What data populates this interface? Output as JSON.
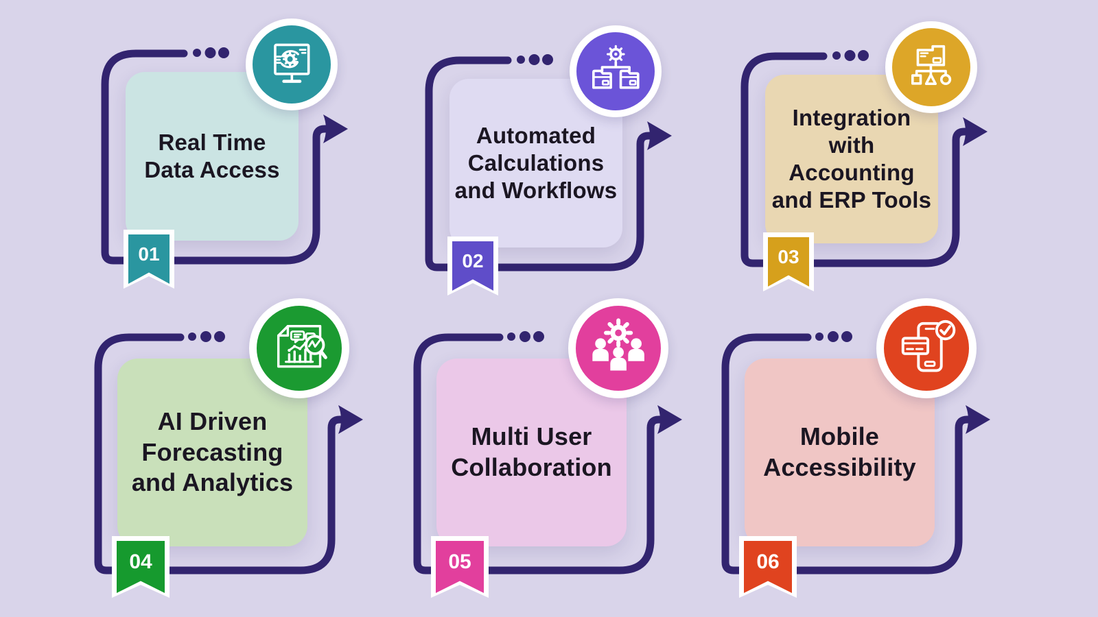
{
  "page": {
    "background": "#d9d4ea",
    "connector_color": "#32246f",
    "title_color": "#1b1622"
  },
  "cards": [
    {
      "number": "01",
      "title": "Real Time Data Access",
      "lines": [
        "Real Time",
        "Data Access"
      ],
      "accent": "#2a96a0",
      "badge": "#2a96a0",
      "panel": "#cbe4e3",
      "icon": "presentation-sync-icon"
    },
    {
      "number": "02",
      "title": "Automated Calculations and Workflows",
      "lines": [
        "Automated",
        "Calculations",
        "and Workflows"
      ],
      "accent": "#6b54d8",
      "badge": "#5f4dc9",
      "panel": "#dfdbf2",
      "icon": "automated-workflow-icon"
    },
    {
      "number": "03",
      "title": "Integration with Accounting and ERP Tools",
      "lines": [
        "Integration",
        "with",
        "Accounting",
        "and ERP Tools"
      ],
      "accent": "#dda628",
      "badge": "#d6a01c",
      "panel": "#e9d7b2",
      "icon": "erp-folder-hierarchy-icon"
    },
    {
      "number": "04",
      "title": "AI Driven Forecasting and Analytics",
      "lines": [
        "AI Driven",
        "Forecasting",
        "and Analytics"
      ],
      "accent": "#1b9a31",
      "badge": "#169a2e",
      "panel": "#c9e0ba",
      "icon": "analytics-report-search-icon"
    },
    {
      "number": "05",
      "title": "Multi User Collaboration",
      "lines": [
        "Multi User",
        "Collaboration"
      ],
      "accent": "#e23f9d",
      "badge": "#e23f9d",
      "panel": "#ebc8e8",
      "icon": "team-gear-icon"
    },
    {
      "number": "06",
      "title": "Mobile Accessibility",
      "lines": [
        "Mobile",
        "Accessibility"
      ],
      "accent": "#e0431f",
      "badge": "#e0431f",
      "panel": "#f0c6c5",
      "icon": "mobile-check-icon"
    }
  ]
}
